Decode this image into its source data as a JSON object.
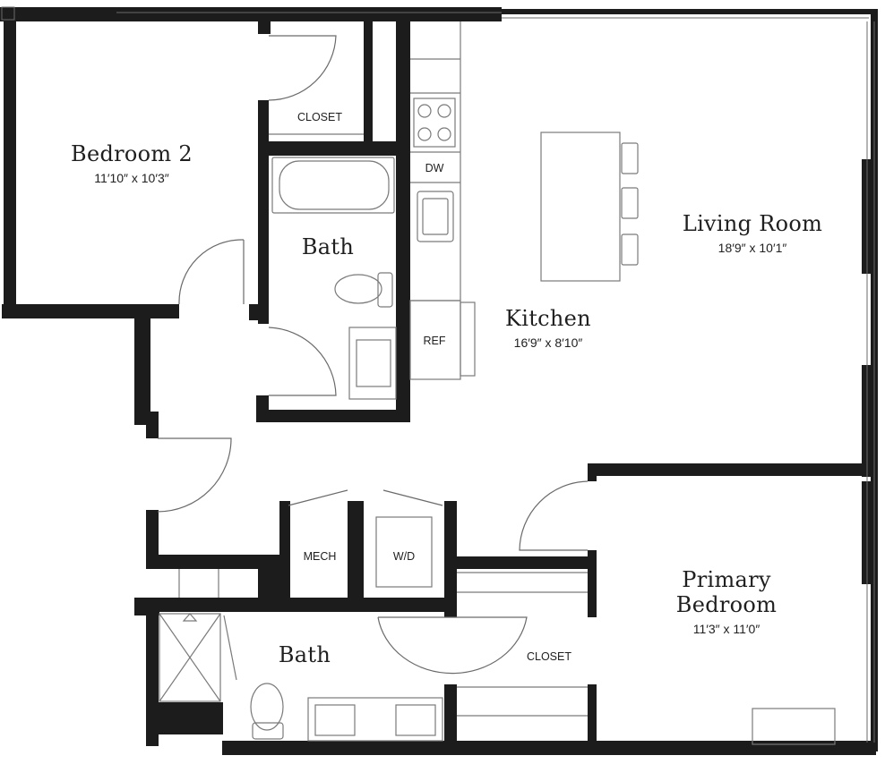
{
  "rooms": {
    "bedroom2": {
      "name": "Bedroom 2",
      "dims": "11′10″ x 10′3″"
    },
    "living": {
      "name": "Living Room",
      "dims": "18′9″ x 10′1″"
    },
    "kitchen": {
      "name": "Kitchen",
      "dims": "16′9″ x 8′10″"
    },
    "bath1": {
      "name": "Bath"
    },
    "bath2": {
      "name": "Bath"
    },
    "primary": {
      "name_line1": "Primary",
      "name_line2": "Bedroom",
      "dims": "11′3″ x 11′0″"
    }
  },
  "labels": {
    "closet_top": "CLOSET",
    "closet_bottom": "CLOSET",
    "dw": "DW",
    "ref": "REF",
    "mech": "MECH",
    "wd": "W/D"
  },
  "colors": {
    "wall": "#1c1c1c",
    "fixture": "#7a7a7a",
    "background": "#ffffff"
  }
}
